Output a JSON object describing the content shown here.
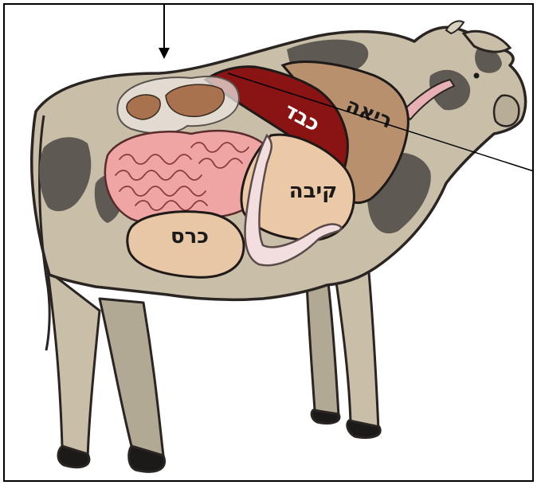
{
  "labels": {
    "lung": "ריאה",
    "liver": "כבד",
    "abomasum": "קיבה",
    "rumen": "כרס"
  },
  "colors": {
    "cow_body": "#c9bfa9",
    "cow_spots": "#5e5a53",
    "outline": "#2a2522",
    "lung": "#b9906e",
    "liver": "#8a1414",
    "abomasum": "#ecc9a6",
    "rumen": "#e8c7a6",
    "intestine": "#f0a5a5",
    "reticulum": "#a8724e"
  },
  "icons": {
    "top_pointer": "arrow-down-icon",
    "right_pointer": "leader-line"
  }
}
